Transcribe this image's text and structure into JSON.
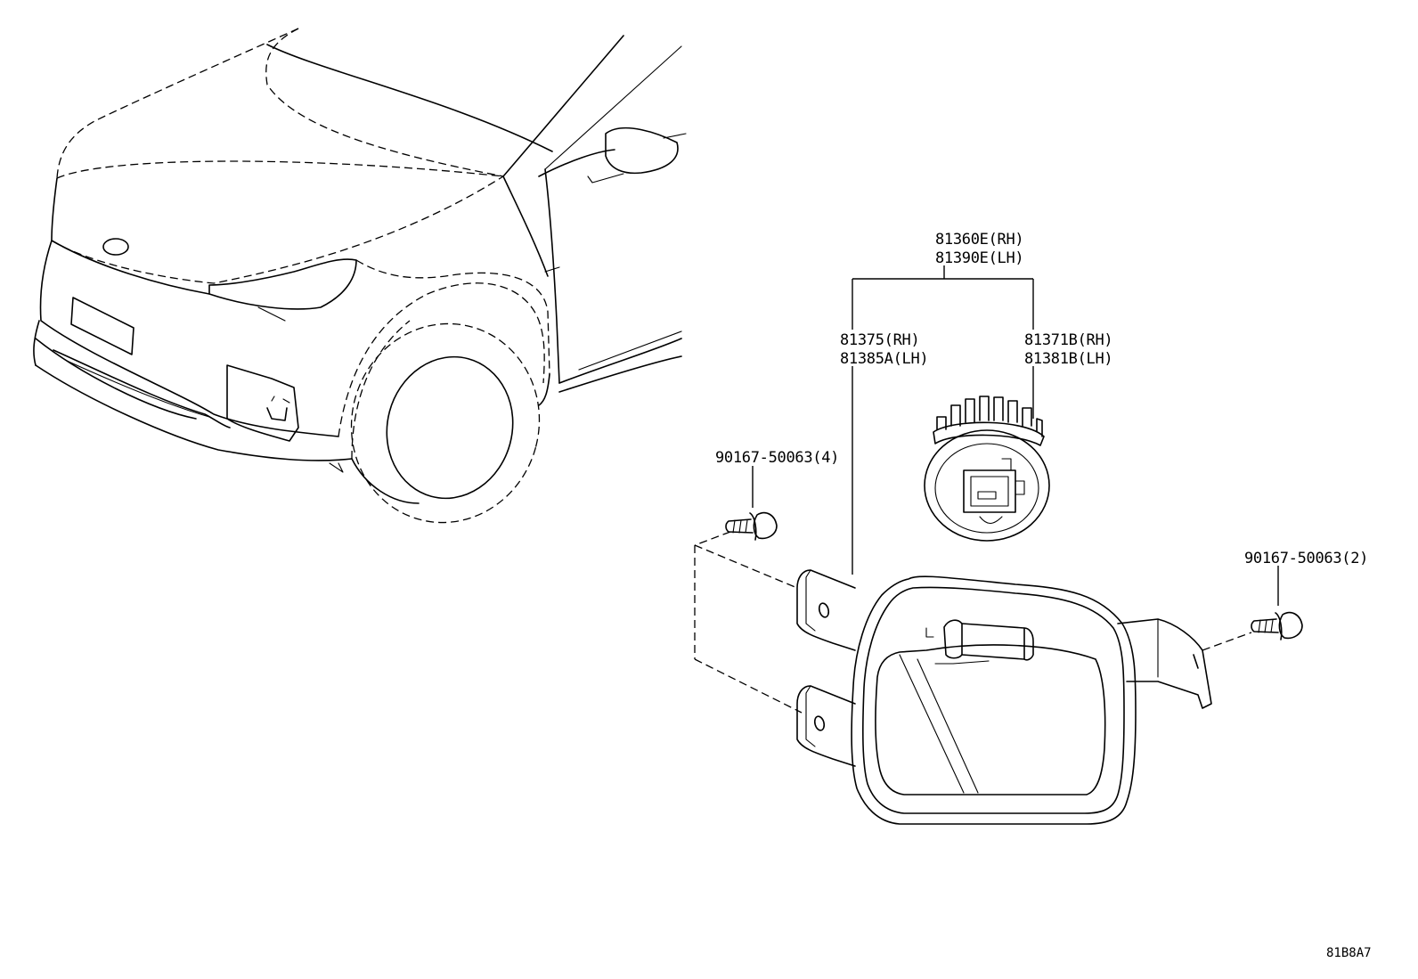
{
  "callouts": {
    "assembly": {
      "rh": "81360E(RH)",
      "lh": "81390E(LH)"
    },
    "lamp": {
      "rh": "81375(RH)",
      "lh": "81385A(LH)"
    },
    "bulb": {
      "rh": "81371B(RH)",
      "lh": "81381B(LH)"
    },
    "screw_left": "90167-50063(4)",
    "screw_right": "90167-50063(2)"
  },
  "diagram_code": "81B8A7"
}
